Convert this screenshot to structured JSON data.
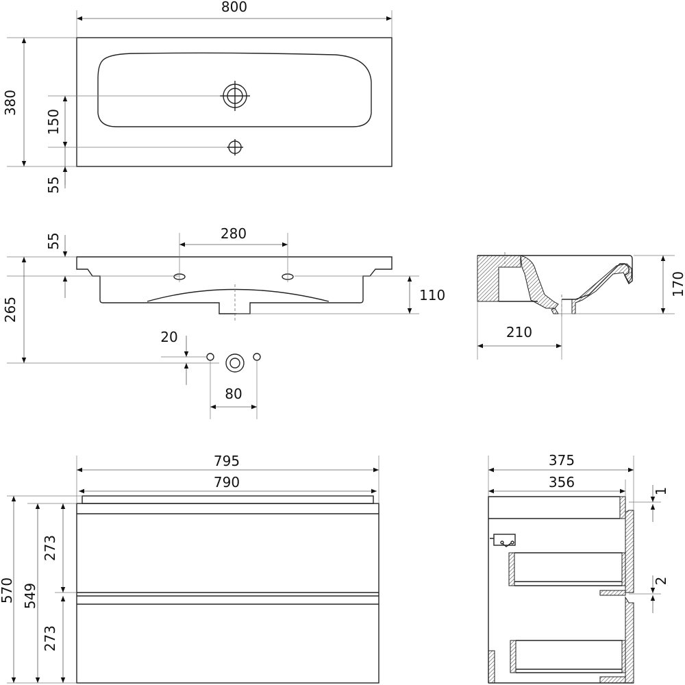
{
  "dimensions": {
    "top_view": {
      "width": "800",
      "depth": "380",
      "tap_to_overflow": "150",
      "overflow_offset": "55"
    },
    "front_section": {
      "tap_spacing": "280",
      "tap_offset": "55",
      "height": "265",
      "basin_depth": "110",
      "waste_offset": "20",
      "waste_spacing": "80"
    },
    "side_section": {
      "height": "170",
      "drain_offset": "210"
    },
    "cabinet_front": {
      "top_width": "795",
      "body_width": "790",
      "total_height": "570",
      "body_height": "549",
      "drawer_upper": "273",
      "drawer_lower": "273"
    },
    "cabinet_side": {
      "top_depth": "375",
      "body_depth": "356",
      "gap_top": "1",
      "gap_mid": "2"
    }
  }
}
